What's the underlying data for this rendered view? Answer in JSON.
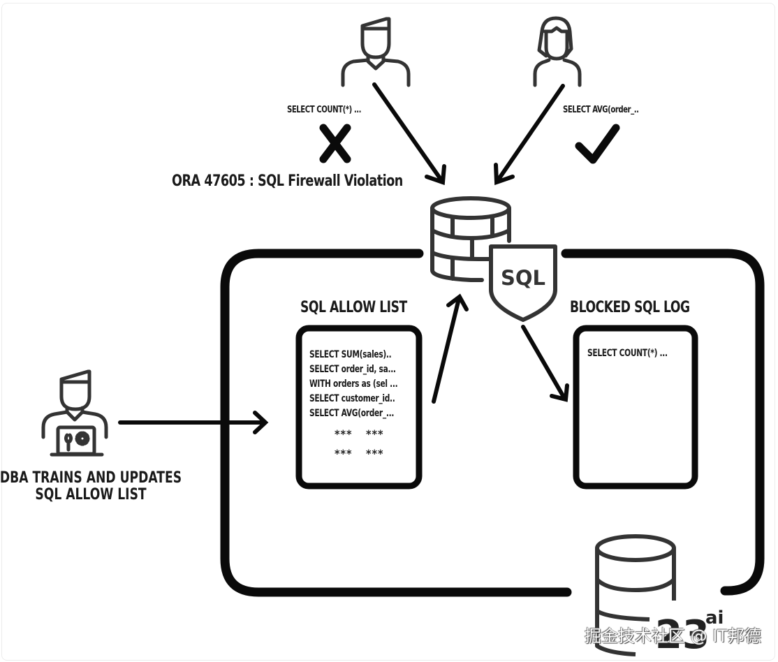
{
  "users": [
    {
      "id": "user-male",
      "query": "SELECT COUNT(*) ...",
      "result": "rejected",
      "result_icon": "x-mark-icon"
    },
    {
      "id": "user-female",
      "query": "SELECT AVG(order_..",
      "result": "allowed",
      "result_icon": "checkmark-icon"
    }
  ],
  "violation_message": "ORA 47605 : SQL Firewall Violation",
  "firewall": {
    "shield_label": "SQL"
  },
  "allow_list": {
    "title": "SQL ALLOW LIST",
    "items": [
      "SELECT SUM(sales)..",
      "SELECT order_id, sa...",
      "WITH orders as (sel ...",
      "SELECT customer_id..",
      "SELECT AVG(order_..."
    ],
    "ellipsis": [
      "***",
      "***",
      "***",
      "***"
    ]
  },
  "blocked_log": {
    "title": "BLOCKED SQL LOG",
    "items": [
      "SELECT COUNT(*) ..."
    ]
  },
  "dba": {
    "caption_line1": "DBA TRAINS AND UPDATES",
    "caption_line2": "SQL ALLOW LIST"
  },
  "database_badge": {
    "version": "23",
    "suffix": "ai"
  },
  "watermark": "掘金技术社区 @ IT邦德"
}
